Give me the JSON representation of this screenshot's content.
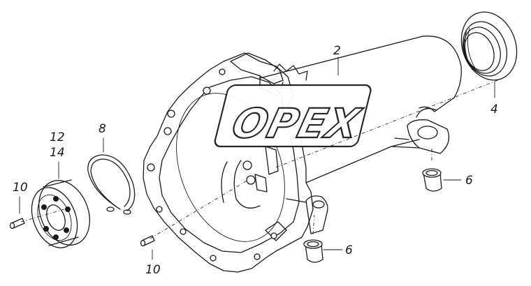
{
  "diagram": {
    "watermark": {
      "text": "OPEX",
      "colors": {
        "outline": "#1a1a1a",
        "fill": "#ffffff"
      }
    },
    "callouts": [
      {
        "id": "housing",
        "label": "2"
      },
      {
        "id": "seal",
        "label": "4"
      },
      {
        "id": "bushing-upper",
        "label": "6"
      },
      {
        "id": "bushing-lower",
        "label": "6"
      },
      {
        "id": "snap-ring",
        "label": "8"
      },
      {
        "id": "pin-left",
        "label": "10"
      },
      {
        "id": "pin-bottom",
        "label": "10"
      },
      {
        "id": "bearing-a",
        "label": "12"
      },
      {
        "id": "bearing-b",
        "label": "14"
      }
    ],
    "colors": {
      "line": "#1a1a1a",
      "background": "#ffffff"
    }
  }
}
